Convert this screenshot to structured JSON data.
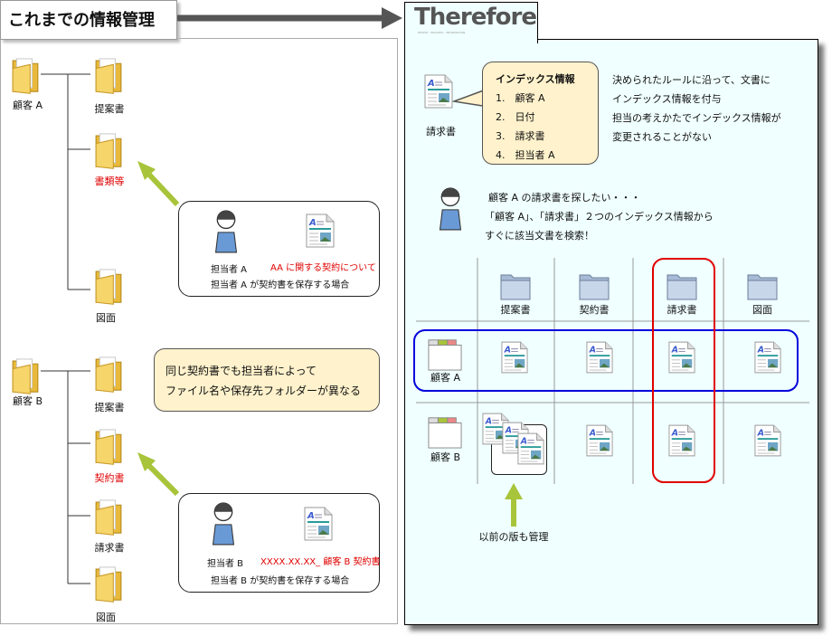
{
  "left": {
    "title": "これまでの情報管理",
    "customer_a": {
      "label": "顧客 A",
      "folders": [
        "提案書",
        "書類等",
        "図面"
      ],
      "box": {
        "person": "担当者 A",
        "doc": "AA に関する契約について",
        "caption": "担当者 A が契約書を保存する場合"
      }
    },
    "customer_b": {
      "label": "顧客 B",
      "folders": [
        "提案書",
        "契約書",
        "請求書",
        "図面"
      ],
      "box": {
        "person": "担当者 B",
        "doc": "XXXX.XX.XX_ 顧客 B 契約書",
        "caption": "担当者 B が契約書を保存する場合"
      }
    },
    "note": [
      "同じ契約書でも担当者によって",
      "ファイル名や保存先フォルダーが異なる"
    ]
  },
  "right": {
    "logo": "Therefore",
    "logo_tagline": "PEOPLE · PROCESS · INFORMATION",
    "doc_label": "請求書",
    "index_bubble": {
      "title": "インデックス情報",
      "items": [
        "1.　顧客 A",
        "2.　日付",
        "3.　請求書",
        "4.　担当者 A"
      ]
    },
    "description": [
      "決められたルールに沿って、文書に",
      "インデックス情報を付与",
      "担当の考えかたでインデックス情報が",
      "変更されることがない"
    ],
    "search_text": [
      "顧客 A の請求書を探したい・・・",
      "「顧客 A」、「請求書」２つのインデックス情報から",
      "すぐに該当文書を検索！"
    ],
    "grid": {
      "columns": [
        "提案書",
        "契約書",
        "請求書",
        "図面"
      ],
      "rows": [
        "顧客 A",
        "顧客 B"
      ]
    },
    "version_label": "以前の版も管理"
  },
  "colors": {
    "panel": "#f0ffff",
    "arrow": "#a8c43a",
    "highlight_row": "#0000dd",
    "highlight_col": "#e00000",
    "note": "#fff2cc",
    "person": "#6a9ad6"
  }
}
